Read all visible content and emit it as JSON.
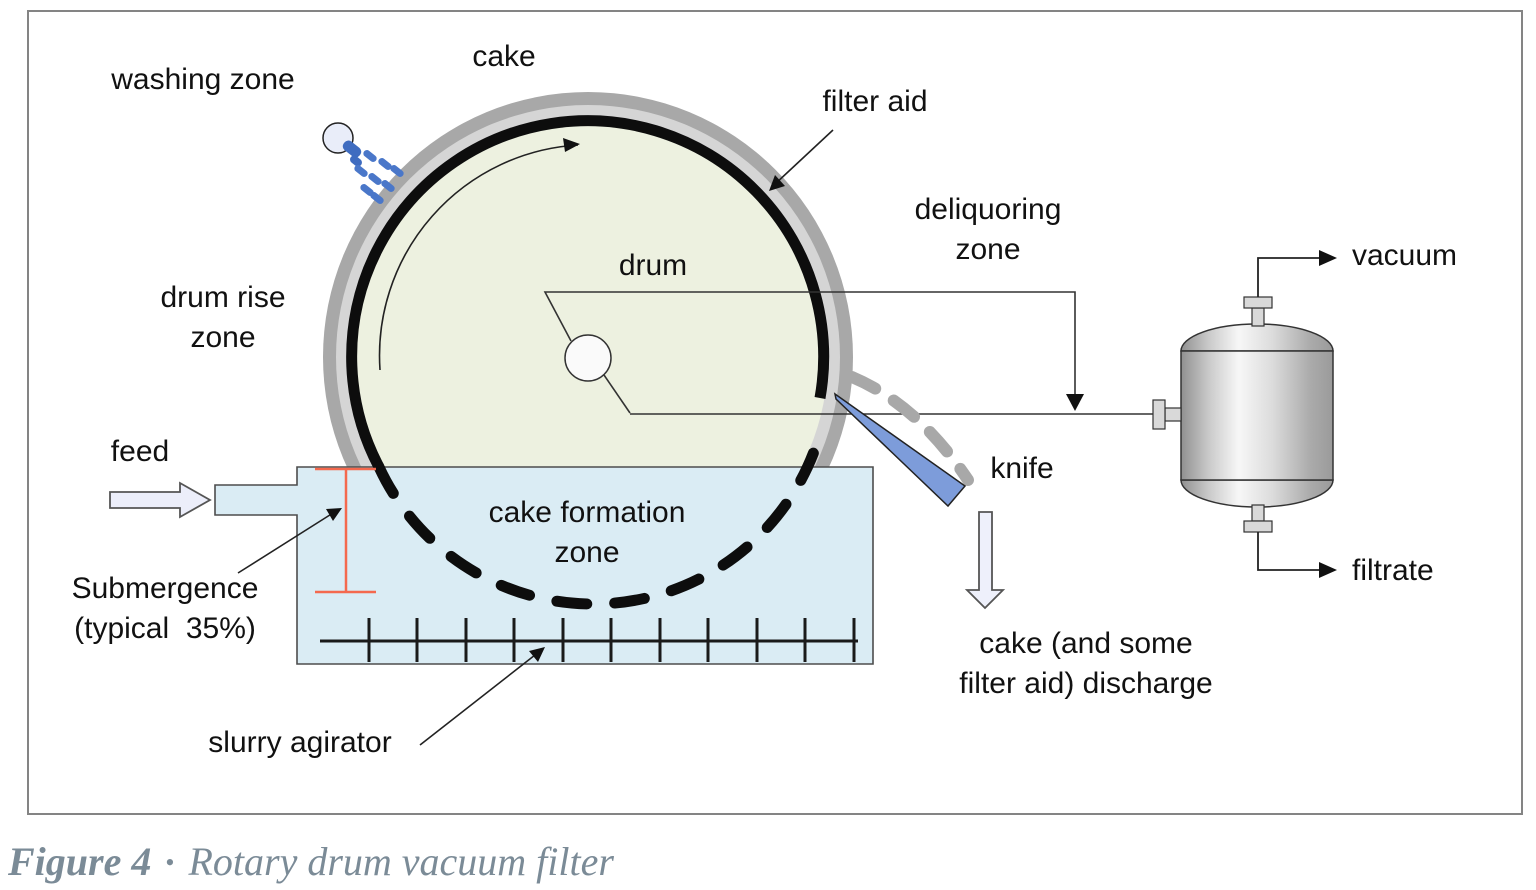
{
  "figure": {
    "caption": {
      "figure_label": "Figure 4",
      "separator": "•",
      "title": "Rotary drum vacuum filter"
    }
  },
  "labels": {
    "washing_zone": "washing zone",
    "cake": "cake",
    "filter_aid": "filter aid",
    "deliquoring_zone": "deliquoring\nzone",
    "drum": "drum",
    "drum_rise_zone": "drum rise\nzone",
    "feed": "feed",
    "submergence": "Submergence\n(typical  35%)",
    "cake_formation_zone": "cake formation\nzone",
    "slurry_agitator": "slurry agirator",
    "knife": "knife",
    "cake_discharge": "cake (and some\nfilter aid) discharge",
    "vacuum": "vacuum",
    "filtrate": "filtrate"
  },
  "colors": {
    "drum_outer_ring": "#a8a8a8",
    "drum_filter_aid_ring": "#d5d5d5",
    "drum_interior": "#edf1e0",
    "cake_ring": "#0d0d0d",
    "slurry_trough": "#daecf4",
    "knife_blade": "#7d9cda",
    "spray_droplets": "#4a77c9",
    "submergence_marker": "#f4694e",
    "block_arrow_fill": "#eceefa",
    "tank_outline": "#333333",
    "caption_text": "#7b8b97"
  }
}
